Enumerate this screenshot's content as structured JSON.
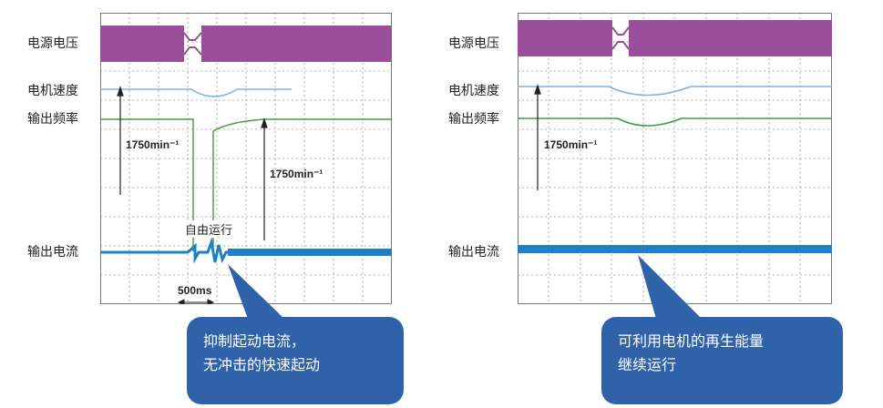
{
  "left_panel": {
    "labels": {
      "voltage": "电源电压",
      "speed": "电机速度",
      "frequency": "输出频率",
      "current": "输出电流"
    },
    "annotations": {
      "speed_a": "1750min⁻¹",
      "speed_b": "1750min⁻¹",
      "coast": "自由运行",
      "time_scale": "500ms"
    },
    "callout": {
      "line1": "抑制起动电流，",
      "line2": "无冲击的快速起动"
    }
  },
  "right_panel": {
    "labels": {
      "voltage": "电源电压",
      "speed": "电机速度",
      "frequency": "输出频率",
      "current": "输出电流"
    },
    "annotations": {
      "speed_a": "1750min⁻¹"
    },
    "callout": {
      "line1": "可利用电机的再生能量",
      "line2": "继续运行"
    }
  },
  "colors": {
    "voltage": "#9b4f9b",
    "speed": "#7cb4e0",
    "frequency": "#3f9f3f",
    "current": "#1f7fc8",
    "callout": "#2f62a8"
  }
}
